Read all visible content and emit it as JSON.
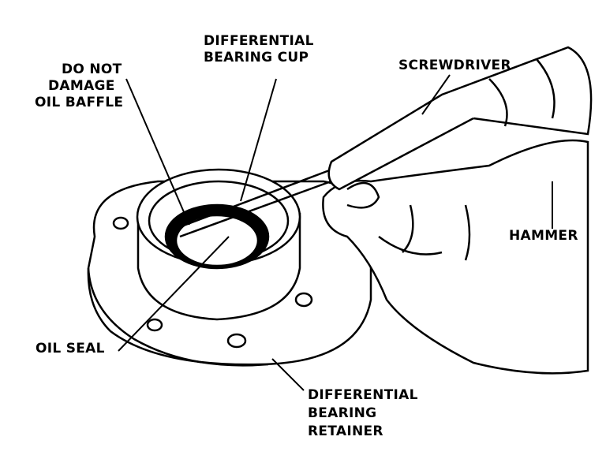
{
  "labels": {
    "baffle": [
      "DO NOT",
      "DAMAGE",
      "OIL BAFFLE"
    ],
    "cup": [
      "DIFFERENTIAL",
      "BEARING CUP"
    ],
    "screwdriver": "SCREWDRIVER",
    "hammer": "HAMMER",
    "oil_seal": "OIL SEAL",
    "retainer": [
      "DIFFERENTIAL",
      "BEARING",
      "RETAINER"
    ]
  }
}
